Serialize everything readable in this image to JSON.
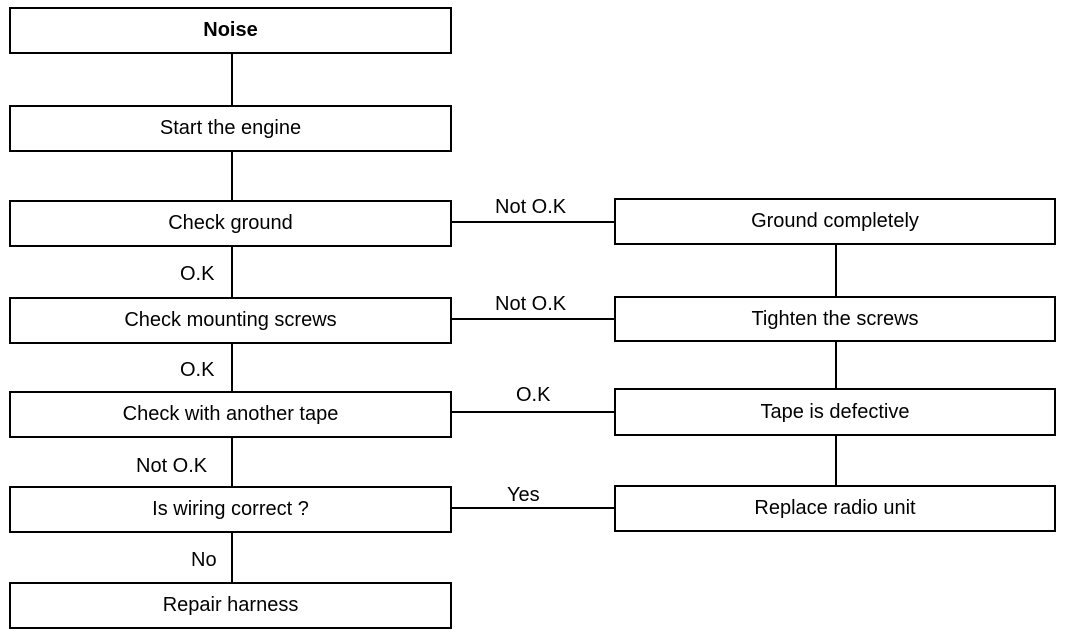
{
  "nodes": {
    "noise": "Noise",
    "start_engine": "Start the engine",
    "check_ground": "Check ground",
    "check_mounting_screws": "Check mounting screws",
    "check_another_tape": "Check with another tape",
    "is_wiring_correct": "Is wiring correct ?",
    "repair_harness": "Repair harness",
    "ground_completely": "Ground completely",
    "tighten_screws": "Tighten the screws",
    "tape_defective": "Tape is defective",
    "replace_radio_unit": "Replace radio unit"
  },
  "labels": {
    "ground_not_ok": "Not O.K",
    "ground_ok": "O.K",
    "screws_not_ok": "Not O.K",
    "screws_ok": "O.K",
    "tape_ok": "O.K",
    "tape_not_ok": "Not O.K",
    "wiring_yes": "Yes",
    "wiring_no": "No"
  }
}
